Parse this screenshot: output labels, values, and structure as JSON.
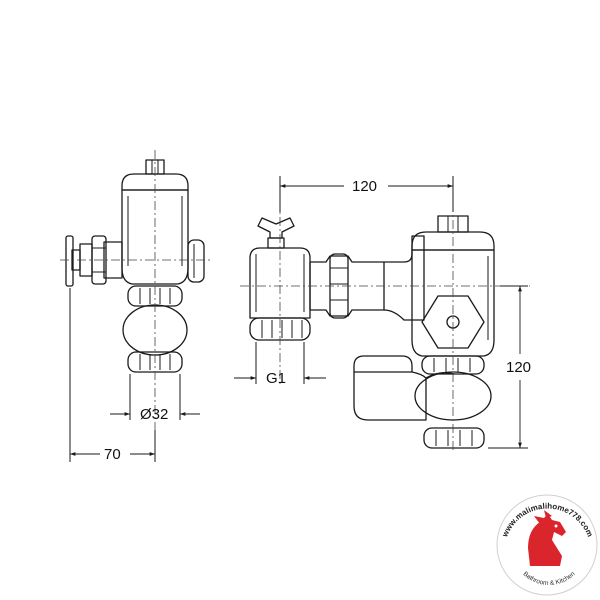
{
  "dimensions": {
    "width_70": "70",
    "diameter_32": "Ø32",
    "thread_g1": "G1",
    "length_120_top": "120",
    "height_120_right": "120"
  },
  "watermark": {
    "url": "www.malimalihome778.com",
    "tagline": "Bathroom & Kitchen",
    "icon": "horse-head-icon",
    "accent_color": "#d9252b"
  }
}
